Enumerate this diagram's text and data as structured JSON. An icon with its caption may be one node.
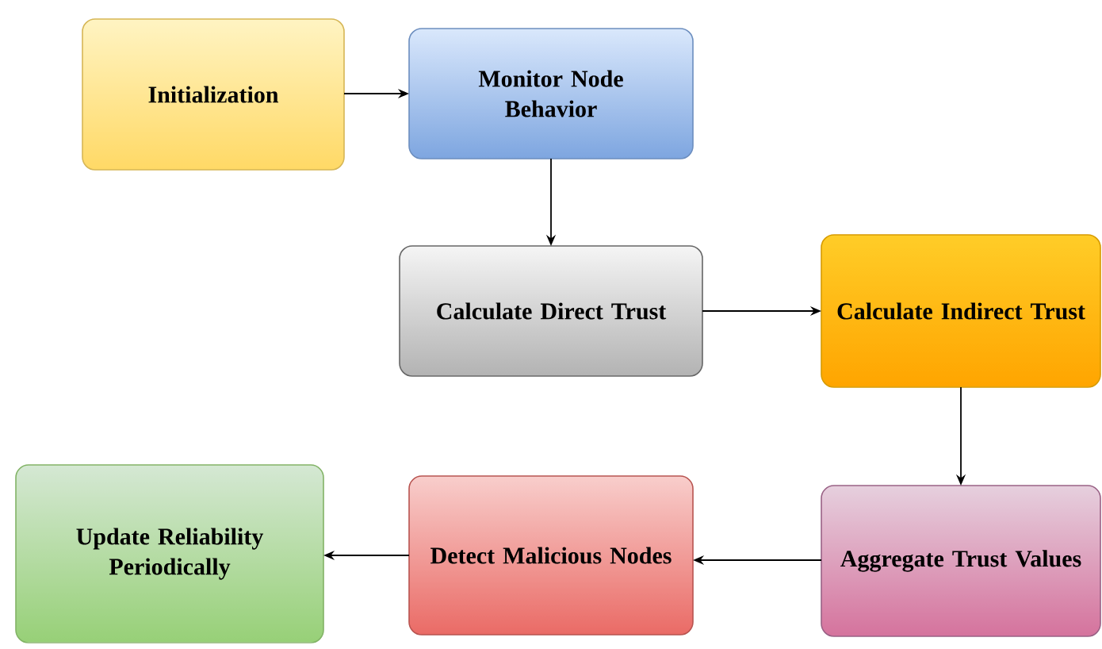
{
  "diagram": {
    "nodes": [
      {
        "text": [
          "Initialization"
        ]
      },
      {
        "text": [
          "Monitor Node Behavior"
        ]
      },
      {
        "text": [
          "Calculate Direct Trust"
        ]
      },
      {
        "text": [
          "Calculate Indirect Trust"
        ]
      },
      {
        "text": [
          "Aggregate Trust Values"
        ]
      },
      {
        "text": [
          "Detect Malicious Nodes"
        ]
      },
      {
        "text": [
          "Update Reliability Periodically"
        ]
      }
    ],
    "edges": [
      {
        "from": 0,
        "to": 1,
        "arrow": "to"
      },
      {
        "from": 1,
        "to": 2,
        "arrow": "to"
      },
      {
        "from": 2,
        "to": 3,
        "arrow": "to"
      },
      {
        "from": 3,
        "to": 4,
        "arrow": "to"
      },
      {
        "from": 4,
        "to": 5,
        "arrow": "to"
      },
      {
        "from": 5,
        "to": 6,
        "arrow": "to"
      }
    ]
  }
}
